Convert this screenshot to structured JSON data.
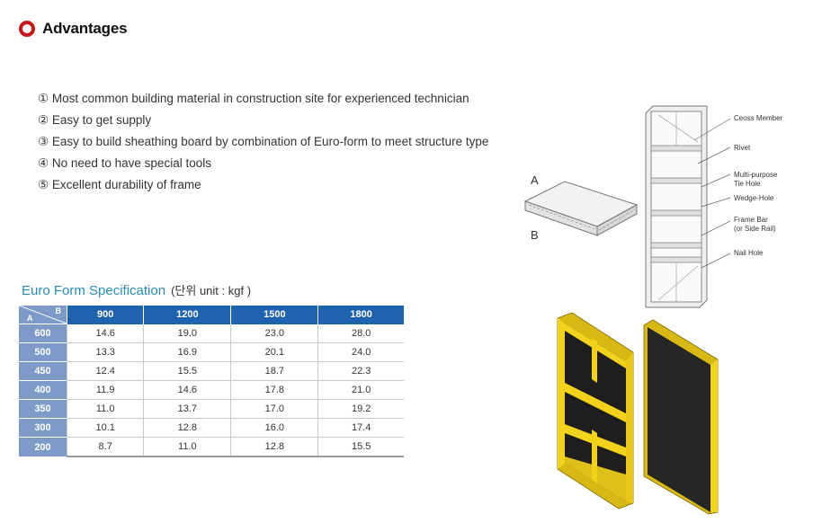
{
  "heading": {
    "title": "Advantages"
  },
  "advantages": [
    "① Most common building material in construction site for experienced technician",
    "② Easy to get supply",
    "③ Easy to build sheathing board by combination of Euro-form to meet structure type",
    "④ No need to have special tools",
    "⑤ Excellent durability of frame"
  ],
  "spec": {
    "title": "Euro Form Specification",
    "unit": "(단위 unit : kgf )",
    "corner_a": "A",
    "corner_b": "B",
    "columns": [
      "900",
      "1200",
      "1500",
      "1800"
    ],
    "rows": [
      {
        "a": "600",
        "values": [
          "14.6",
          "19.0",
          "23.0",
          "28.0"
        ]
      },
      {
        "a": "500",
        "values": [
          "13.3",
          "16.9",
          "20.1",
          "24.0"
        ]
      },
      {
        "a": "450",
        "values": [
          "12.4",
          "15.5",
          "18.7",
          "22.3"
        ]
      },
      {
        "a": "400",
        "values": [
          "11.9",
          "14.6",
          "17.8",
          "21.0"
        ]
      },
      {
        "a": "350",
        "values": [
          "11.0",
          "13.7",
          "17.0",
          "19.2"
        ]
      },
      {
        "a": "300",
        "values": [
          "10.1",
          "12.8",
          "16.0",
          "17.4"
        ]
      },
      {
        "a": "200",
        "values": [
          "8.7",
          "11.0",
          "12.8",
          "15.5"
        ]
      }
    ]
  },
  "diagram": {
    "label_a": "A",
    "label_b": "B",
    "callouts": [
      "Ceoss Member",
      "Rivet",
      "Multi-purpose",
      "Tie Hole",
      "Wedge-Hole",
      "Frame Bar",
      "(or Side Rail)",
      "Nail Hole"
    ]
  },
  "colors": {
    "bullet": "#c8161d",
    "spec_title": "#2a8bb5",
    "table_header": "#1f63b0",
    "table_row_header": "#7d9ac8",
    "frame_yellow": "#f2d21a"
  }
}
